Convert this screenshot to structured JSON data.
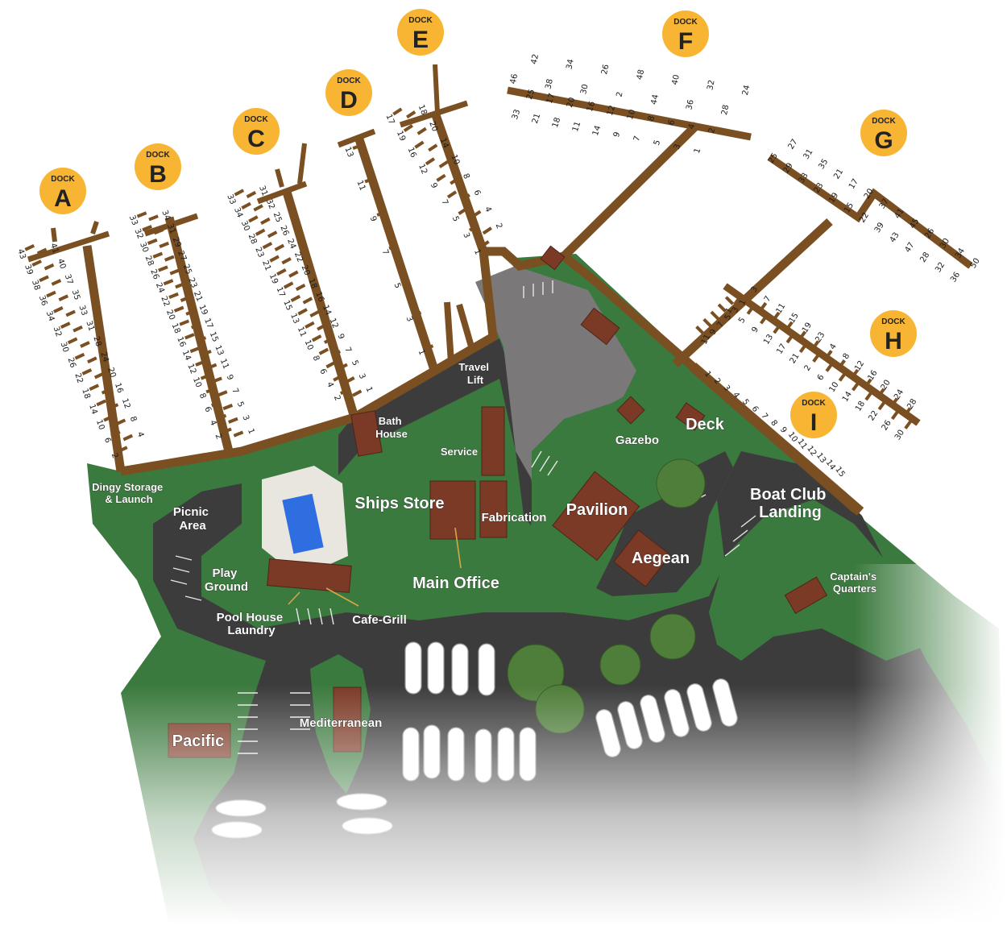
{
  "docks": [
    {
      "id": "A",
      "word": "DOCK",
      "letter": "A"
    },
    {
      "id": "B",
      "word": "DOCK",
      "letter": "B"
    },
    {
      "id": "C",
      "word": "DOCK",
      "letter": "C"
    },
    {
      "id": "D",
      "word": "DOCK",
      "letter": "D"
    },
    {
      "id": "E",
      "word": "DOCK",
      "letter": "E"
    },
    {
      "id": "F",
      "word": "DOCK",
      "letter": "F"
    },
    {
      "id": "G",
      "word": "DOCK",
      "letter": "G"
    },
    {
      "id": "H",
      "word": "DOCK",
      "letter": "H"
    },
    {
      "id": "I",
      "word": "DOCK",
      "letter": "I"
    }
  ],
  "places": {
    "travel_lift": [
      "Travel",
      "Lift"
    ],
    "bath_house": [
      "Bath",
      "House"
    ],
    "service": "Service",
    "ships_store": "Ships Store",
    "fabrication": "Fabrication",
    "main_office": "Main Office",
    "pavilion": "Pavilion",
    "gazebo": "Gazebo",
    "deck": "Deck",
    "aegean": "Aegean",
    "boat_club_landing": [
      "Boat Club",
      "Landing"
    ],
    "captains_quarters": [
      "Captain's",
      "Quarters"
    ],
    "dingy_storage": [
      "Dingy Storage",
      "& Launch"
    ],
    "picnic_area": [
      "Picnic",
      "Area"
    ],
    "play_ground": [
      "Play",
      "Ground"
    ],
    "pool_house_laundry": [
      "Pool House",
      "Laundry"
    ],
    "cafe_grill": "Cafe-Grill",
    "mediterranean": "Mediterranean",
    "pacific": "Pacific"
  },
  "slips": {
    "A": [
      "43",
      "41",
      "39",
      "40",
      "38",
      "37",
      "36",
      "35",
      "34",
      "33",
      "32",
      "31",
      "30",
      "28",
      "26",
      "24",
      "22",
      "20",
      "18",
      "16",
      "14",
      "12",
      "10",
      "8",
      "6",
      "4",
      "2"
    ],
    "B": [
      "33",
      "34",
      "32",
      "31",
      "30",
      "29",
      "28",
      "27",
      "26",
      "25",
      "24",
      "23",
      "22",
      "21",
      "20",
      "19",
      "18",
      "17",
      "16",
      "15",
      "14",
      "13",
      "12",
      "11",
      "10",
      "9",
      "8",
      "7",
      "6",
      "5",
      "4",
      "3",
      "2",
      "1"
    ],
    "C": [
      "33",
      "31",
      "34",
      "32",
      "30",
      "25",
      "28",
      "26",
      "23",
      "24",
      "21",
      "22",
      "19",
      "20",
      "17",
      "18",
      "15",
      "16",
      "13",
      "14",
      "11",
      "12",
      "10",
      "9",
      "8",
      "7",
      "6",
      "5",
      "4",
      "3",
      "2",
      "1"
    ],
    "D": [
      "13",
      "11",
      "9",
      "7",
      "5",
      "3",
      "1"
    ],
    "E": [
      "17",
      "18",
      "19",
      "20",
      "16",
      "14",
      "12",
      "10",
      "9",
      "8",
      "7",
      "6",
      "5",
      "4",
      "3",
      "2",
      "1"
    ],
    "F_top": [
      "46",
      "42",
      "38",
      "34",
      "30",
      "26",
      "2",
      "48",
      "44",
      "40",
      "36",
      "32",
      "28",
      "24"
    ],
    "F_bottom": [
      "33",
      "25",
      "21",
      "17",
      "18",
      "20",
      "11",
      "16",
      "14",
      "12",
      "9",
      "10",
      "7",
      "8",
      "5",
      "6",
      "3",
      "4",
      "1",
      "2"
    ],
    "G": [
      "25",
      "27",
      "29",
      "31",
      "33",
      "35",
      "23",
      "21",
      "19",
      "17",
      "15",
      "20",
      "22",
      "37",
      "39",
      "41",
      "43",
      "45",
      "47",
      "26",
      "28",
      "30",
      "32",
      "34",
      "36",
      "50"
    ],
    "H": [
      "1",
      "3",
      "5",
      "7",
      "9",
      "11",
      "13",
      "15",
      "17",
      "19",
      "21",
      "23",
      "2",
      "4",
      "6",
      "8",
      "10",
      "12",
      "14",
      "16",
      "18",
      "20",
      "22",
      "24",
      "26",
      "28",
      "30"
    ],
    "H_west": [
      "11",
      "9",
      "7",
      "5",
      "3",
      "1"
    ],
    "I": [
      "1",
      "2",
      "3",
      "4",
      "5",
      "6",
      "7",
      "8",
      "9",
      "10",
      "11",
      "12",
      "13",
      "14",
      "15"
    ]
  },
  "colors": {
    "grass": "#3b7a3e",
    "asphalt": "#3c3c3c",
    "lot": "#7a7878",
    "pier": "#7a4f22",
    "building": "#7b3a26",
    "pool": "#2f6ee0",
    "dock_badge": "#f7b533"
  }
}
